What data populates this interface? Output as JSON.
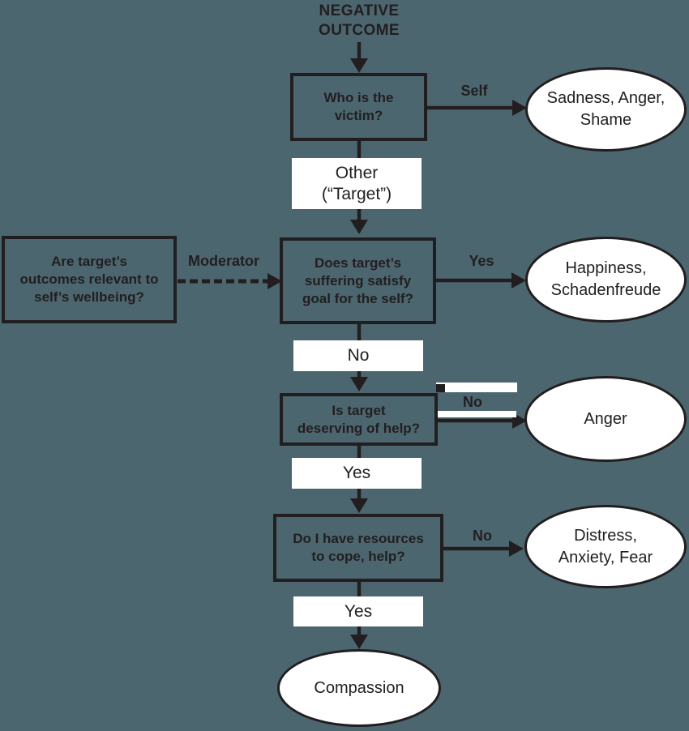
{
  "diagram": {
    "colors": {
      "background": "#4C6670",
      "line_and_text": "#221E1F",
      "shape_fill": "#FFFFFF"
    },
    "start": {
      "label": "NEGATIVE\nOUTCOME"
    },
    "decisions": {
      "victim": {
        "label": "Who is the\nvictim?"
      },
      "relevance": {
        "label": "Are target’s\noutcomes relevant to\nself’s wellbeing?"
      },
      "suffering": {
        "label": "Does target’s\nsuffering satisfy\ngoal for the self?"
      },
      "deserving": {
        "label": "Is target\ndeserving of help?"
      },
      "resources": {
        "label": "Do I have resources\nto cope, help?"
      }
    },
    "outcomes": {
      "sadness": {
        "label": "Sadness, Anger,\nShame"
      },
      "happiness": {
        "label": "Happiness,\nSchadenfreude"
      },
      "anger": {
        "label": "Anger"
      },
      "distress": {
        "label": "Distress,\nAnxiety, Fear"
      },
      "compassion": {
        "label": "Compassion"
      }
    },
    "branch_labels": {
      "self": "Self",
      "yes_suffering": "Yes",
      "no_deserving": "No",
      "no_resources": "No",
      "moderator": "Moderator"
    },
    "path_labels": {
      "other_target": "Other\n(“Target”)",
      "no_suffering": "No",
      "yes_deserving": "Yes",
      "yes_resources": "Yes"
    }
  }
}
